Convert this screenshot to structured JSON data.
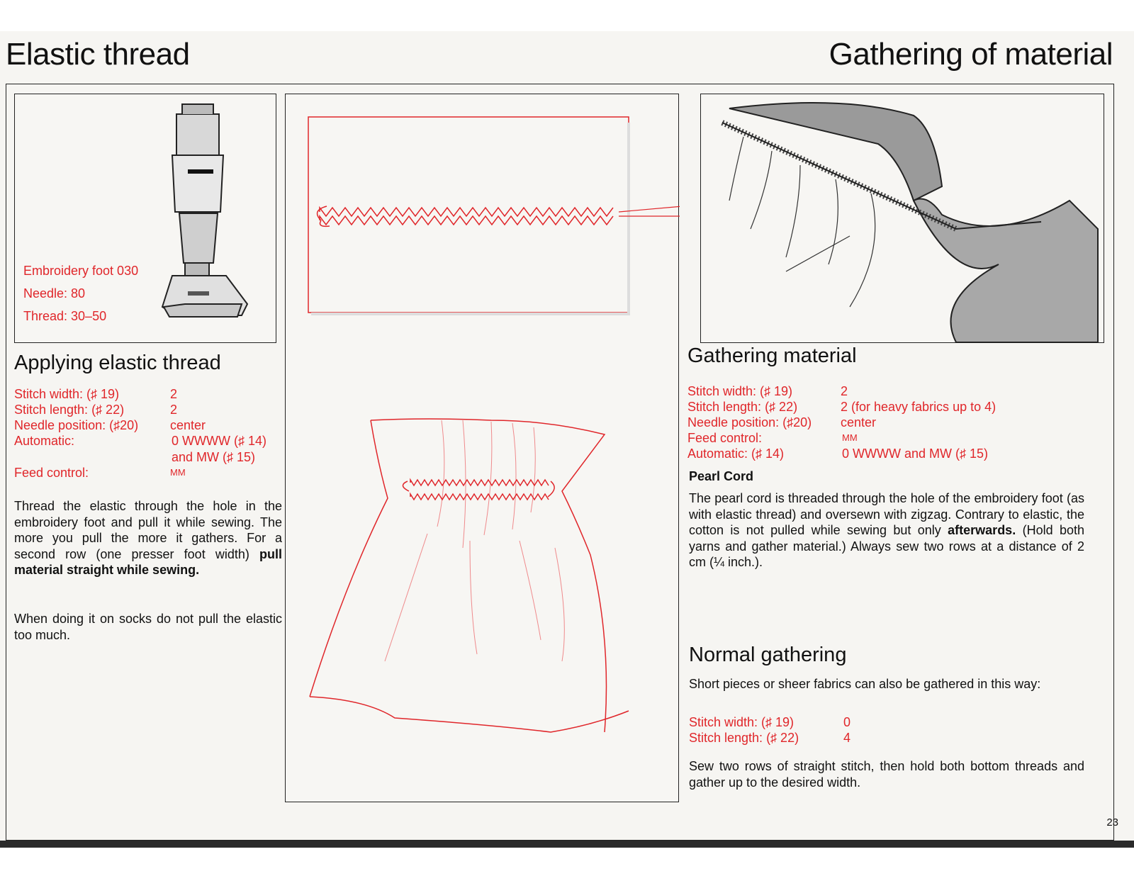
{
  "header": {
    "left_title": "Elastic thread",
    "right_title": "Gathering of material"
  },
  "foot_panel": {
    "foot": "Embroidery foot 030",
    "needle": "Needle: 80",
    "thread": "Thread: 30–50"
  },
  "applying": {
    "title": "Applying elastic thread",
    "rows": [
      {
        "label": "Stitch width: (♯ 19)",
        "value": "2"
      },
      {
        "label": "Stitch length: (♯ 22)",
        "value": "2"
      },
      {
        "label": "Needle position: (♯20)",
        "value": "center"
      },
      {
        "label": "Automatic:",
        "value": "0 WWWW  (♯ 14)"
      },
      {
        "label": "",
        "value": "and MW  (♯ 15)"
      },
      {
        "label": "Feed control:",
        "value": "MM"
      }
    ],
    "para1_a": "Thread the elastic through the hole in the embroidery foot and pull it while sewing. The more you pull the more it gathers. For a second row (one presser foot width) ",
    "para1_b": "pull material straight while sewing.",
    "para2": "When doing it on socks do not pull the elastic too much."
  },
  "gathering": {
    "title": "Gathering material",
    "rows": [
      {
        "label": "Stitch width: (♯ 19)",
        "value": "2"
      },
      {
        "label": "Stitch length: (♯ 22)",
        "value": "2 (for heavy fabrics up to 4)"
      },
      {
        "label": "Needle position: (♯20)",
        "value": "center"
      },
      {
        "label": "Feed control:",
        "value": "MM"
      },
      {
        "label": "Automatic:  (♯ 14)",
        "value": "0 WWWW and MW (♯ 15)"
      }
    ],
    "pearl_title": "Pearl Cord",
    "pearl_a": "The pearl cord is threaded through the hole of the embroidery foot (as with elastic thread) and oversewn with zigzag. Contrary to elastic, the cotton is not pulled while sewing but only ",
    "pearl_b": "afterwards.",
    "pearl_c": " (Hold both yarns and gather material.) Always sew two rows at a distance of 2 cm (¼ inch.)."
  },
  "normal": {
    "title": "Normal gathering",
    "intro": "Short pieces or sheer fabrics can also be gathered in this way:",
    "rows": [
      {
        "label": "Stitch width: (♯ 19)",
        "value": "0"
      },
      {
        "label": "Stitch length: (♯ 22)",
        "value": "4"
      }
    ],
    "para": "Sew two rows of straight stitch, then hold both bottom threads and gather up to the desired width."
  },
  "page_number": "23",
  "colors": {
    "accent_red": "#e0262a",
    "ink": "#111111",
    "paper": "#f6f5f2"
  }
}
